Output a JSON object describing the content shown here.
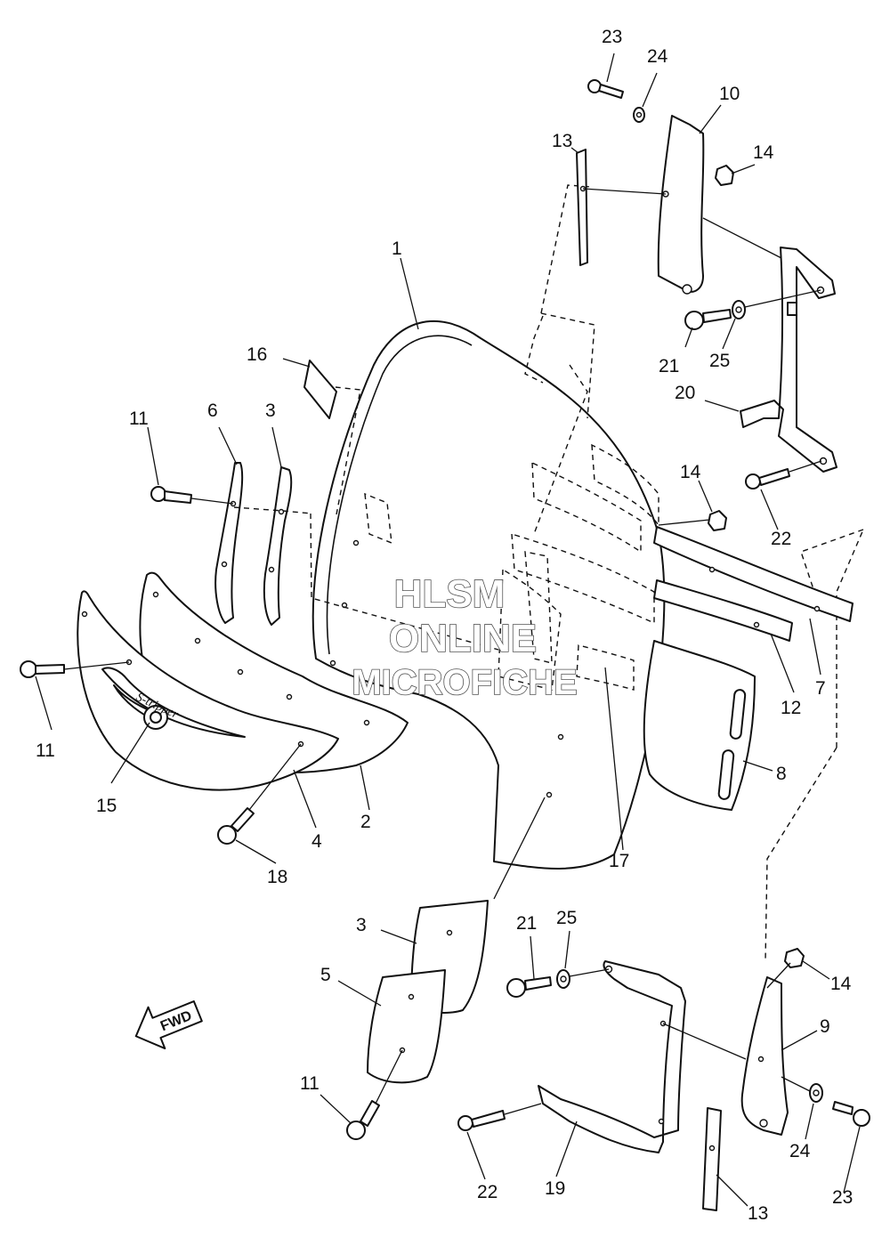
{
  "diagram": {
    "callouts": [
      {
        "id": "c1",
        "text": "1"
      },
      {
        "id": "c2",
        "text": "2"
      },
      {
        "id": "c3a",
        "text": "3"
      },
      {
        "id": "c3b",
        "text": "3"
      },
      {
        "id": "c4",
        "text": "4"
      },
      {
        "id": "c5",
        "text": "5"
      },
      {
        "id": "c6",
        "text": "6"
      },
      {
        "id": "c7",
        "text": "7"
      },
      {
        "id": "c8",
        "text": "8"
      },
      {
        "id": "c9",
        "text": "9"
      },
      {
        "id": "c10",
        "text": "10"
      },
      {
        "id": "c11a",
        "text": "11"
      },
      {
        "id": "c11b",
        "text": "11"
      },
      {
        "id": "c11c",
        "text": "11"
      },
      {
        "id": "c12",
        "text": "12"
      },
      {
        "id": "c13a",
        "text": "13"
      },
      {
        "id": "c13b",
        "text": "13"
      },
      {
        "id": "c14a",
        "text": "14"
      },
      {
        "id": "c14b",
        "text": "14"
      },
      {
        "id": "c14c",
        "text": "14"
      },
      {
        "id": "c15",
        "text": "15"
      },
      {
        "id": "c16",
        "text": "16"
      },
      {
        "id": "c17",
        "text": "17"
      },
      {
        "id": "c18",
        "text": "18"
      },
      {
        "id": "c19",
        "text": "19"
      },
      {
        "id": "c20",
        "text": "20"
      },
      {
        "id": "c21a",
        "text": "21"
      },
      {
        "id": "c21b",
        "text": "21"
      },
      {
        "id": "c22a",
        "text": "22"
      },
      {
        "id": "c22b",
        "text": "22"
      },
      {
        "id": "c23a",
        "text": "23"
      },
      {
        "id": "c23b",
        "text": "23"
      },
      {
        "id": "c24a",
        "text": "24"
      },
      {
        "id": "c24b",
        "text": "24"
      },
      {
        "id": "c25a",
        "text": "25"
      },
      {
        "id": "c25b",
        "text": "25"
      }
    ],
    "direction_arrow": "FWD",
    "emblem_text": "S-tripper",
    "watermark": {
      "line1": "HLSM",
      "line2": "ONLINE",
      "line3": "MICROFICHE"
    }
  }
}
